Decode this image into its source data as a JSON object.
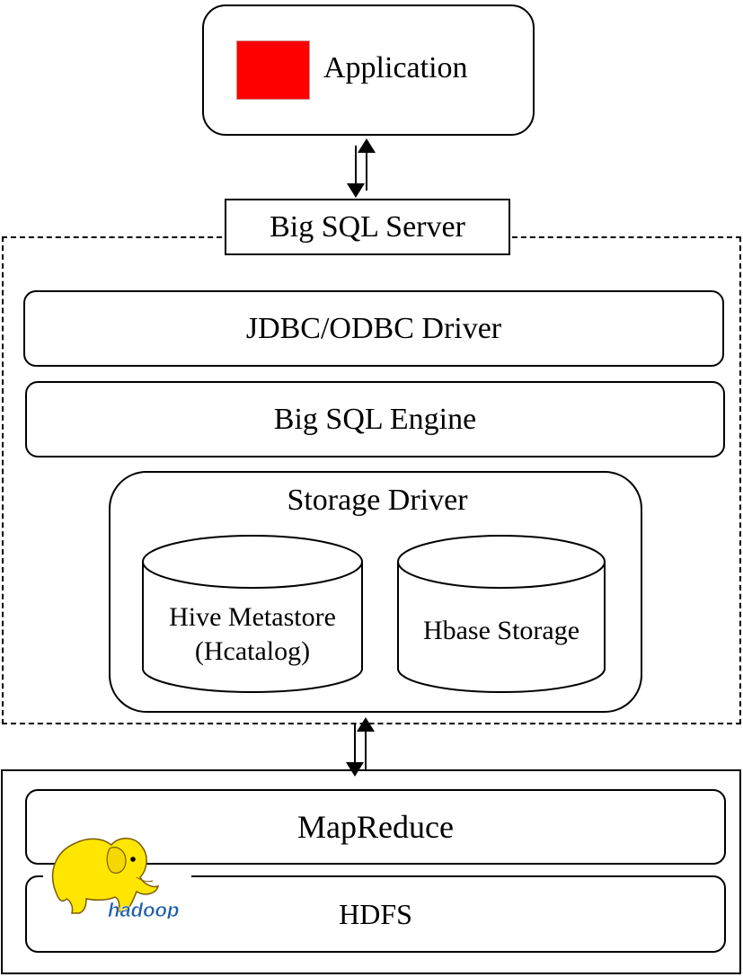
{
  "application": {
    "label": "Application",
    "icon": "red-square"
  },
  "server": {
    "title": "Big SQL Server"
  },
  "layers": {
    "jdbc": "JDBC/ODBC Driver",
    "engine": "Big SQL Engine"
  },
  "storage": {
    "title": "Storage Driver",
    "hive": {
      "line1": "Hive Metastore",
      "line2": "(Hcatalog)"
    },
    "hbase": "Hbase Storage"
  },
  "hadoop": {
    "mapreduce": "MapReduce",
    "hdfs": "HDFS",
    "logo_text": "hadoop"
  },
  "colors": {
    "app_icon": "#ff0000",
    "elephant": "#ffe600",
    "logo_text": "#1c5fa8"
  }
}
